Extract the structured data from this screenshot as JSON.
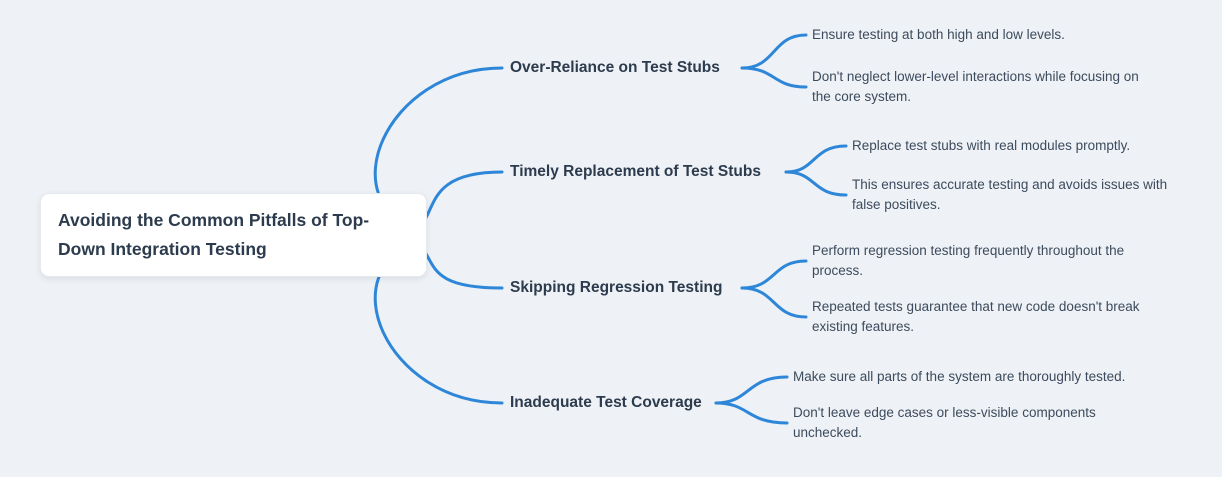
{
  "colors": {
    "background": "#eef1f5",
    "connector_blue": "#2e86d8",
    "node_text": "#2c3b4d",
    "leaf_text": "#3c4b5d",
    "root_background": "#ffffff"
  },
  "root": {
    "title_lines": [
      "Avoiding the Common Pitfalls of Top-",
      "Down Integration Testing"
    ]
  },
  "branches": [
    {
      "label": "Over-Reliance on Test Stubs",
      "leaves": [
        {
          "lines": [
            "Ensure testing at both high and low levels."
          ]
        },
        {
          "lines": [
            "Don't neglect lower-level interactions while focusing on",
            "the core system."
          ]
        }
      ]
    },
    {
      "label": "Timely Replacement of Test Stubs",
      "leaves": [
        {
          "lines": [
            "Replace test stubs with real modules promptly."
          ]
        },
        {
          "lines": [
            "This ensures accurate testing and avoids issues with",
            "false positives."
          ]
        }
      ]
    },
    {
      "label": "Skipping Regression Testing",
      "leaves": [
        {
          "lines": [
            "Perform regression testing frequently throughout the",
            "process."
          ]
        },
        {
          "lines": [
            "Repeated tests guarantee that new code doesn't break",
            "existing features."
          ]
        }
      ]
    },
    {
      "label": "Inadequate Test Coverage",
      "leaves": [
        {
          "lines": [
            "Make sure all parts of the system are thoroughly tested."
          ]
        },
        {
          "lines": [
            "Don't leave edge cases or less-visible components",
            "unchecked."
          ]
        }
      ]
    }
  ]
}
